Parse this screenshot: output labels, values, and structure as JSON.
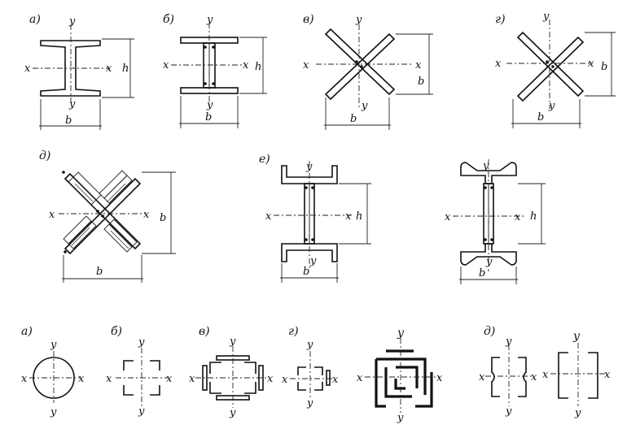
{
  "labels": {
    "fig_a": "а)",
    "fig_b": "б)",
    "fig_v": "в)",
    "fig_g": "г)",
    "fig_d": "д)",
    "fig_e": "е)",
    "x": "x",
    "y": "y",
    "b": "b",
    "h": "h"
  }
}
